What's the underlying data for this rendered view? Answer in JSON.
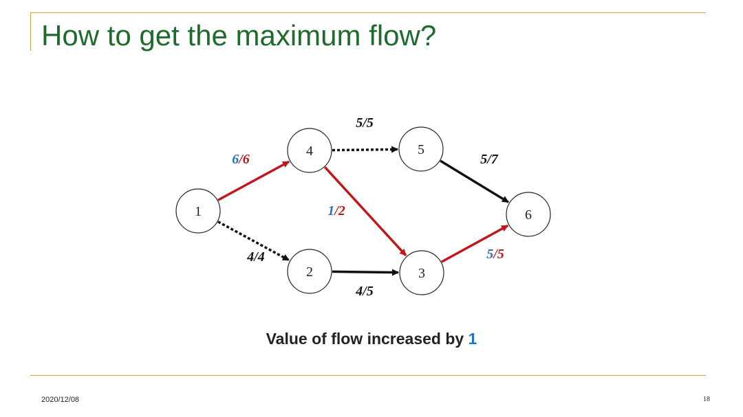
{
  "title": "How to get the maximum flow?",
  "caption": {
    "prefix": "Value of flow increased by ",
    "value": "1"
  },
  "footer": {
    "date": "2020/12/08",
    "page": "18"
  },
  "colors": {
    "title": "#1f6b2e",
    "accent_rule": "#c8a63a",
    "flow_path": "#c0161c",
    "increase": "#2573b8",
    "default": "#111111"
  },
  "nodes": [
    {
      "id": "1",
      "label": "1"
    },
    {
      "id": "2",
      "label": "2"
    },
    {
      "id": "3",
      "label": "3"
    },
    {
      "id": "4",
      "label": "4"
    },
    {
      "id": "5",
      "label": "5"
    },
    {
      "id": "6",
      "label": "6"
    }
  ],
  "edges": [
    {
      "from": "1",
      "to": "4",
      "flow": "6",
      "capacity": "6",
      "style": "augmented",
      "line": "solid"
    },
    {
      "from": "4",
      "to": "5",
      "flow": "5",
      "capacity": "5",
      "style": "saturated",
      "line": "dotted"
    },
    {
      "from": "5",
      "to": "6",
      "flow": "5",
      "capacity": "7",
      "style": "normal",
      "line": "solid"
    },
    {
      "from": "4",
      "to": "3",
      "flow": "1",
      "capacity": "2",
      "style": "augmented",
      "line": "solid"
    },
    {
      "from": "1",
      "to": "2",
      "flow": "4",
      "capacity": "4",
      "style": "saturated",
      "line": "dotted"
    },
    {
      "from": "2",
      "to": "3",
      "flow": "4",
      "capacity": "5",
      "style": "normal",
      "line": "solid"
    },
    {
      "from": "3",
      "to": "6",
      "flow": "5",
      "capacity": "5",
      "style": "augmented",
      "line": "solid"
    }
  ]
}
